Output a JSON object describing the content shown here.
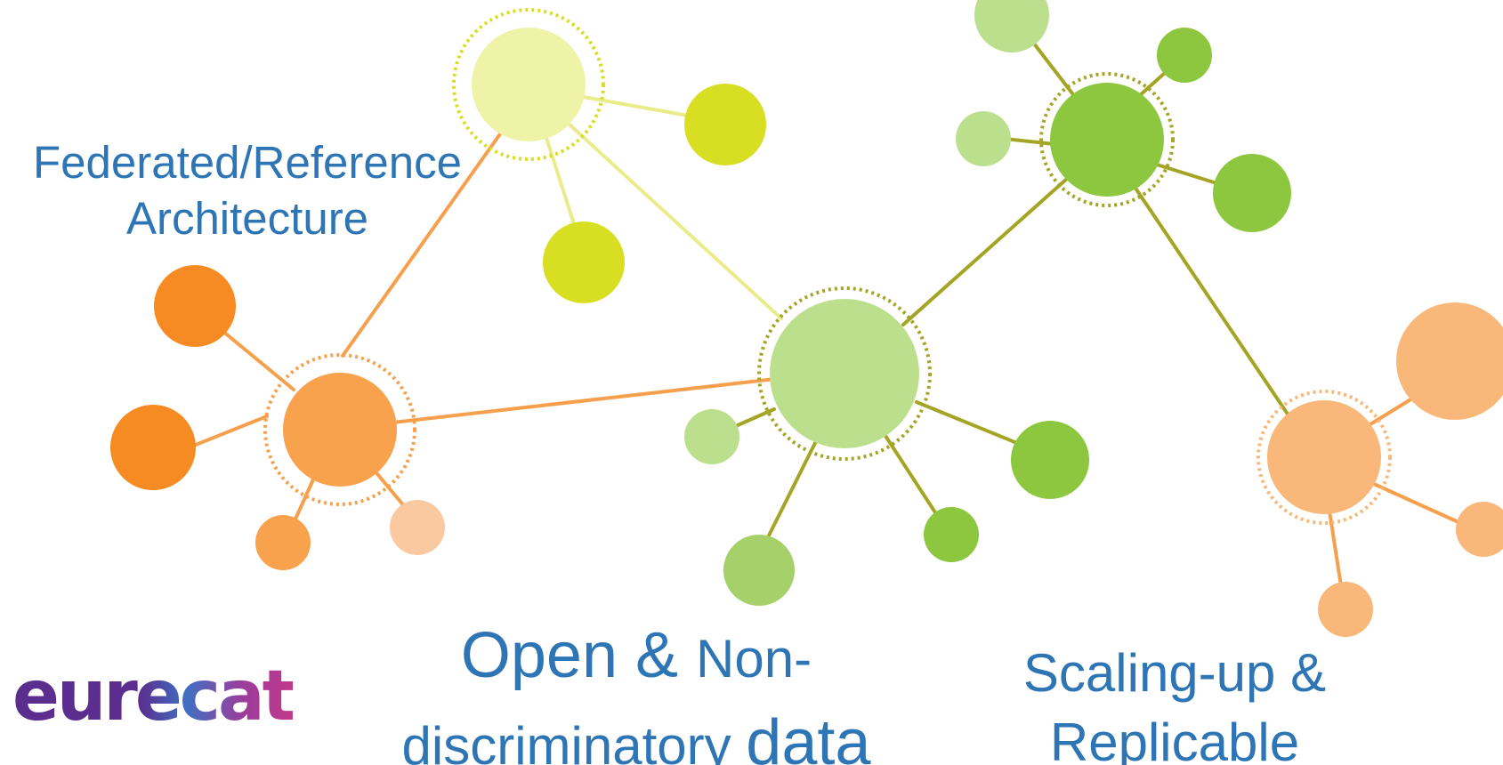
{
  "labels": {
    "federated_line1": "Federated/Reference",
    "federated_line2": "Architecture",
    "open_part1": "Open & ",
    "open_part2": "Non-",
    "open_part3": "discriminatory ",
    "open_part4": "data",
    "scaling_line1": "Scaling-up &",
    "scaling_line2": "Replicable"
  },
  "logo": {
    "text": "eurecat"
  },
  "colors": {
    "label_text": "#2e75b6",
    "orange_dark": "#f68b24",
    "orange_mid": "#f8a24e",
    "orange_light": "#fbc9a0",
    "peach": "#f9b87a",
    "yellow_pale": "#eff3a8",
    "yellow_lime": "#d8df23",
    "green_pale": "#bcdf8e",
    "green_mid": "#8dc63f",
    "green_olive": "#a4a524",
    "logo_purple": "#5b2d8e",
    "logo_magenta": "#c2378c"
  }
}
